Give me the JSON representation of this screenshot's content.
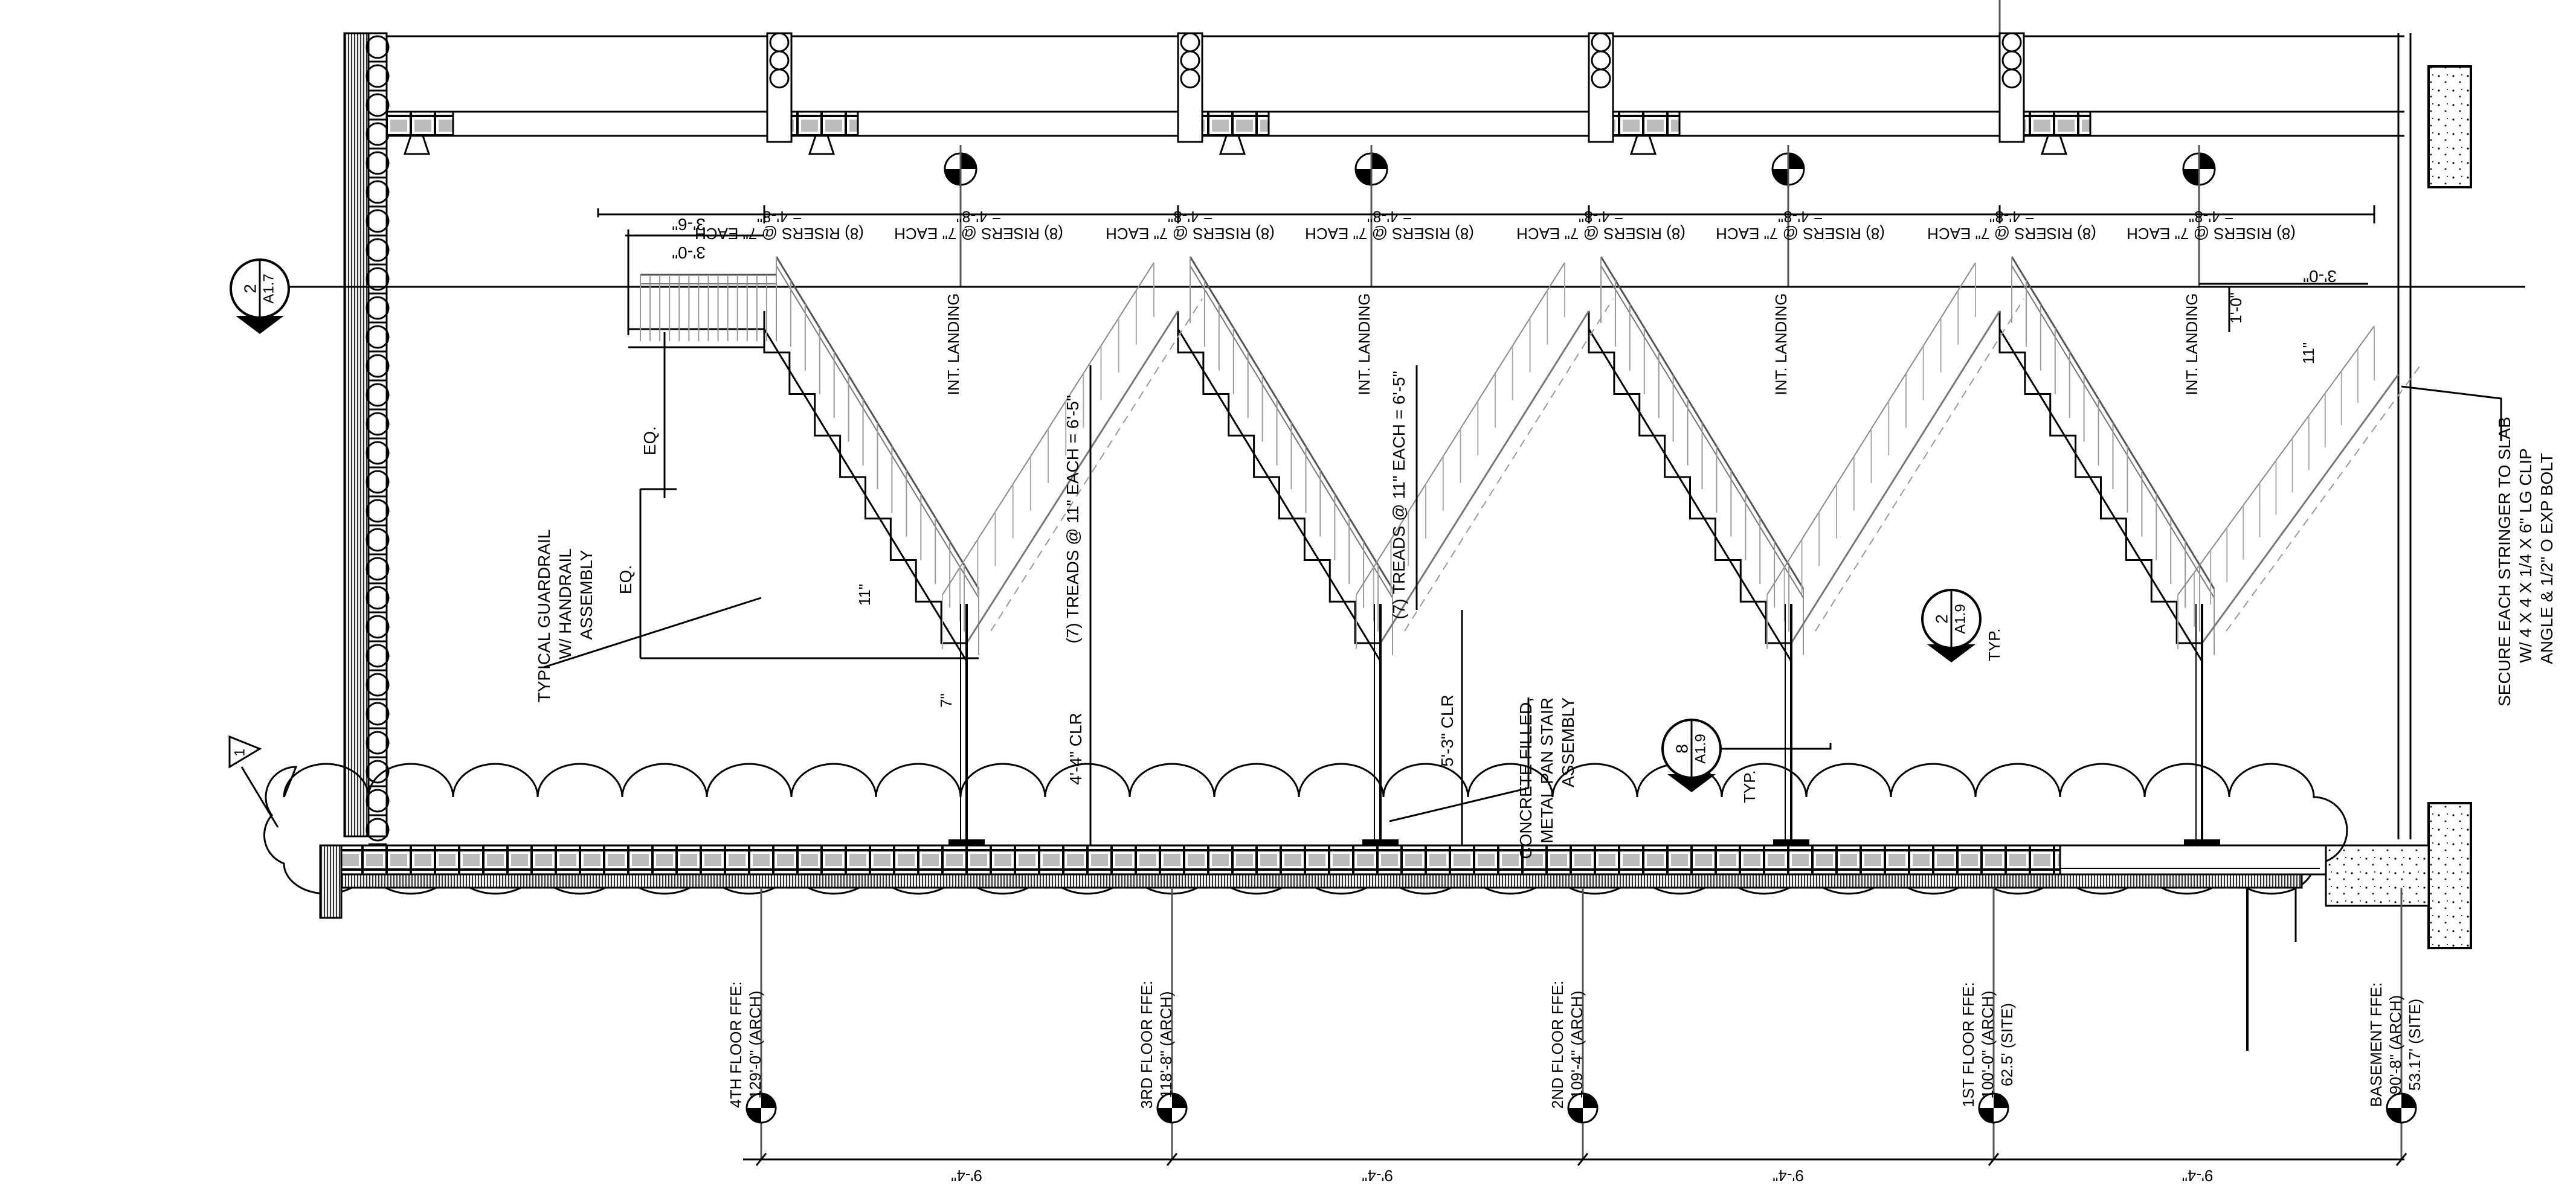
{
  "risers": {
    "count_label": "(8) RISERS @ 7\" EACH",
    "total": "= 4'-8\"",
    "items": [
      "(8) RISERS @ 7\" EACH",
      "(8) RISERS @ 7\" EACH",
      "(8) RISERS @ 7\" EACH",
      "(8) RISERS @ 7\" EACH",
      "(8) RISERS @ 7\" EACH",
      "(8) RISERS @ 7\" EACH",
      "(8) RISERS @ 7\" EACH",
      "(8) RISERS @ 7\" EACH"
    ]
  },
  "dims_top": {
    "left_outer": "3'-6\"",
    "left_inner": "3'-0\"",
    "right_outer": "3'-0\"",
    "right_vertical": "1'-0\"",
    "right_tread": "11\""
  },
  "landing_label": "INT. LANDING",
  "treads_label": "(7) TREADS @ 11\" EACH = 6'-5\"",
  "clearances": {
    "left": "4'-4\" CLR",
    "middle": "5'-3\" CLR"
  },
  "dims_left": {
    "eq": "EQ.",
    "tread": "11\"",
    "rise": "7\""
  },
  "notes": {
    "guardrail": [
      "TYPICAL GUARDRAIL",
      "W/ HANDRAIL",
      "ASSEMBLY"
    ],
    "pan_stair": [
      "CONCRETE FILLED,",
      "METAL PAN STAIR",
      "ASSEMBLY"
    ],
    "stringer": [
      "SECURE EACH STRINGER TO SLAB",
      "W/ 4 X 4 X 1/4 X 6\" LG CLIP",
      "ANGLE & 1/2\" O EXP BOLT"
    ],
    "typ": "TYP."
  },
  "section_tags": [
    {
      "num": "2",
      "sheet": "A1.7"
    },
    {
      "num": "2",
      "sheet": "A1.9"
    },
    {
      "num": "8",
      "sheet": "A1.9"
    }
  ],
  "revision": "1",
  "floors": [
    {
      "name": "4TH FLOOR FFE:",
      "elev": "129'-0\" (ARCH)",
      "site": ""
    },
    {
      "name": "3RD FLOOR FFE:",
      "elev": "118'-8\" (ARCH)",
      "site": ""
    },
    {
      "name": "2ND FLOOR FFE:",
      "elev": "109'-4\" (ARCH)",
      "site": ""
    },
    {
      "name": "1ST FLOOR FFE:",
      "elev": "100'-0\" (ARCH)",
      "site": "62.5' (SITE)"
    },
    {
      "name": "BASEMENT FFE:",
      "elev": "90'-8\" (ARCH)",
      "site": "53.17' (SITE)"
    }
  ],
  "bay_dim": "9'-4\""
}
